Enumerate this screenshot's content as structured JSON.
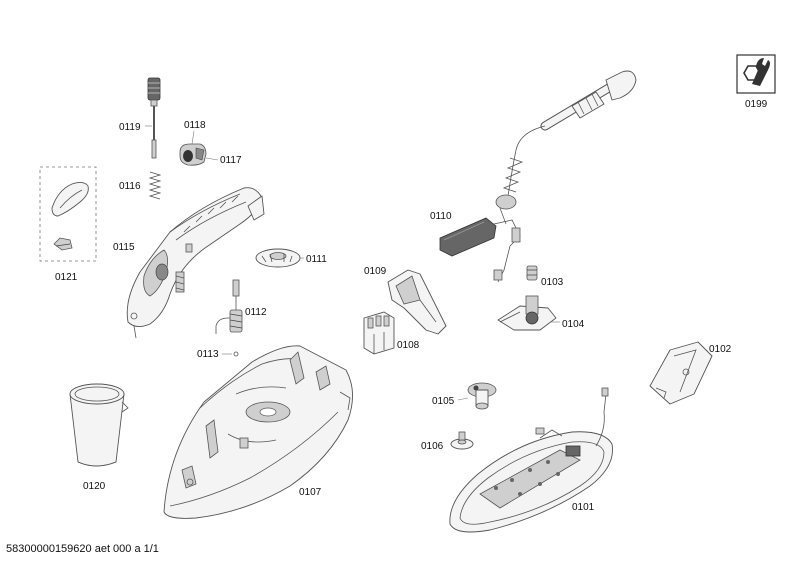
{
  "parts": {
    "p0101": "0101",
    "p0102": "0102",
    "p0103": "0103",
    "p0104": "0104",
    "p0105": "0105",
    "p0106": "0106",
    "p0107": "0107",
    "p0108": "0108",
    "p0109": "0109",
    "p0110": "0110",
    "p0111": "0111",
    "p0112": "0112",
    "p0113": "0113",
    "p0115": "0115",
    "p0116": "0116",
    "p0117": "0117",
    "p0118": "0118",
    "p0119": "0119",
    "p0120": "0120",
    "p0121": "0121",
    "p0199": "0199"
  },
  "footer": "58300000159620 aet 000 a 1/1",
  "icons": {
    "service": "wrench-nut-icon"
  }
}
